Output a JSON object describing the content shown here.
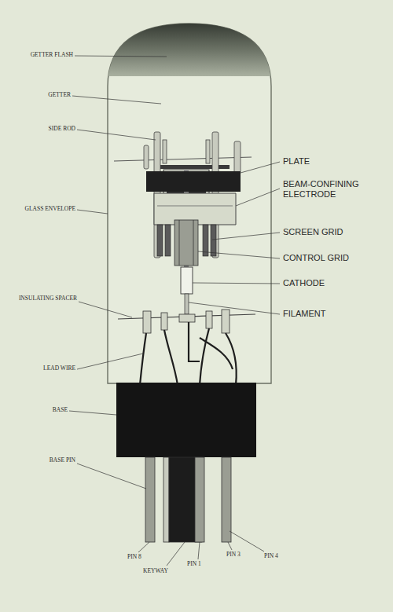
{
  "diagram": {
    "labels": [
      "GETTER FLASH",
      "GETTER",
      "SIDE ROD",
      "GLASS ENVELOPE",
      "INSULATING SPACER",
      "LEAD WIRE",
      "BASE",
      "BASE PIN",
      "PIN 8",
      "KEYWAY",
      "PIN 1",
      "PIN 3",
      "PIN 4",
      "PLATE",
      "BEAM-CONFINING ELECTRODE",
      "SCREEN GRID",
      "CONTROL GRID",
      "CATHODE",
      "FILAMENT"
    ]
  }
}
